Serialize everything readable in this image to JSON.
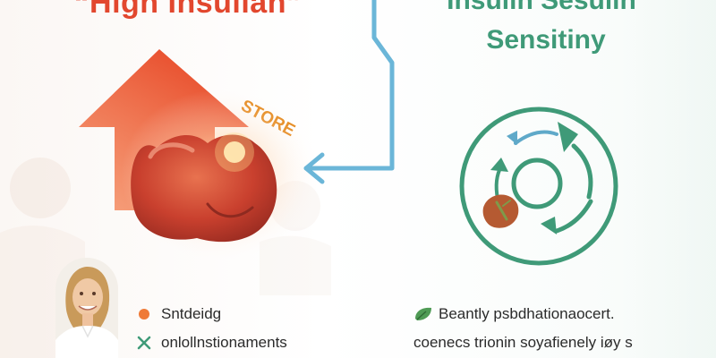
{
  "header": {
    "left_title": "“High Insulian”",
    "right_title_line1": "Insulin Sesulin",
    "right_title_line2": "Sensitiny"
  },
  "illustration": {
    "arrow_label": "STORE",
    "icons": [
      "up-arrow-icon",
      "cell-blob-icon",
      "flow-arrow-icon",
      "recycle-cycle-icon",
      "portrait-avatar"
    ],
    "colors": {
      "left_accent": "#e2472e",
      "arrow_gradient_start": "#f06b3c",
      "right_accent": "#3f9a78",
      "flow_arrow": "#6bb6d8",
      "label_orange": "#e58a1f"
    }
  },
  "legend": {
    "left": [
      {
        "icon": "orange-dot-icon",
        "text": "Sntdeidg"
      },
      {
        "icon": "green-cross-icon",
        "text": "onlollnstionaments"
      }
    ],
    "right": [
      {
        "icon": "leaf-icon",
        "text": "Beantly psbdhationaocert."
      },
      {
        "icon": "",
        "text": "coenecs trionin soyafienely iøy s"
      }
    ]
  }
}
